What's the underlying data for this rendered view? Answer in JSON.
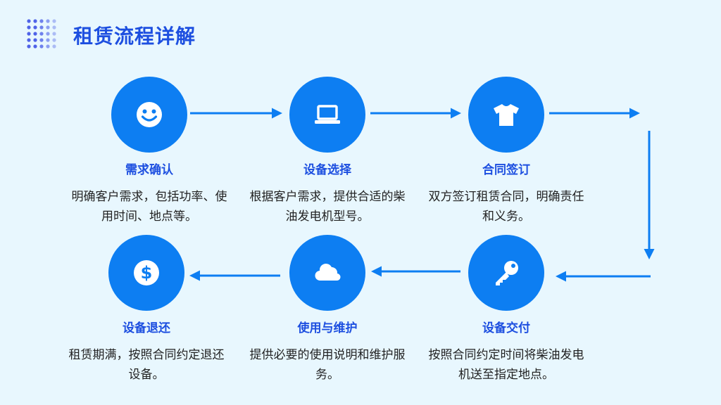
{
  "slide": {
    "title": "租赁流程详解"
  },
  "colors": {
    "accent": "#0d7ef2",
    "title": "#1d4fe0",
    "background": "#e8f7fe"
  },
  "steps": [
    {
      "title": "需求确认",
      "desc": "明确客户需求，包括功率、使用时间、地点等。",
      "icon": "smile-icon"
    },
    {
      "title": "设备选择",
      "desc": "根据客户需求，提供合适的柴油发电机型号。",
      "icon": "laptop-icon"
    },
    {
      "title": "合同签订",
      "desc": "双方签订租赁合同，明确责任和义务。",
      "icon": "tshirt-icon"
    },
    {
      "title": "设备交付",
      "desc": "按照合同约定时间将柴油发电机送至指定地点。",
      "icon": "key-icon"
    },
    {
      "title": "使用与维护",
      "desc": "提供必要的使用说明和维护服务。",
      "icon": "cloud-icon"
    },
    {
      "title": "设备退还",
      "desc": "租赁期满，按照合同约定退还设备。",
      "icon": "dollar-icon"
    }
  ]
}
